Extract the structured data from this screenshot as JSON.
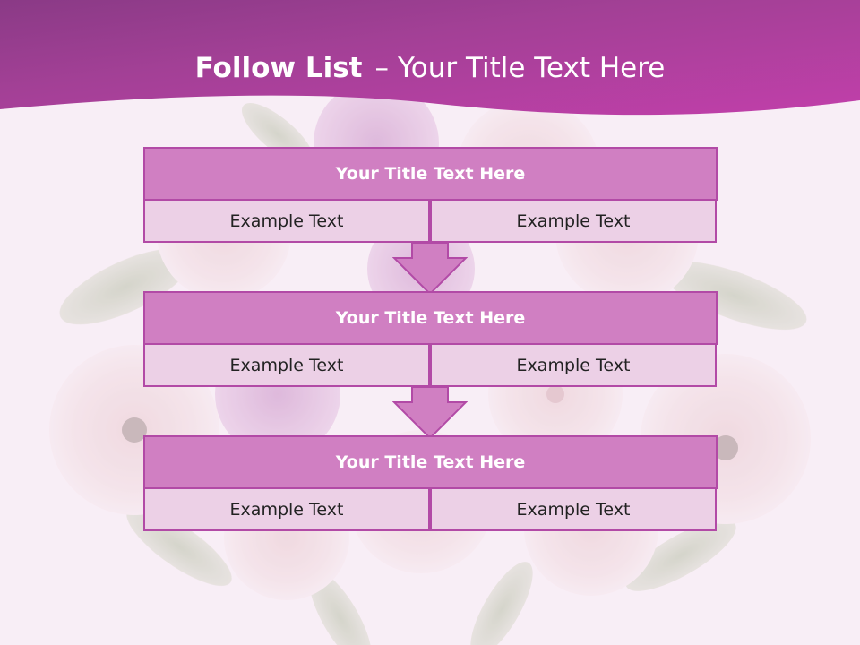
{
  "slide": {
    "title_bold": "Follow List",
    "title_dash": "–",
    "title_rest": "Your Title Text Here"
  },
  "blocks": [
    {
      "title": "Your Title Text Here",
      "left": "Example Text",
      "right": "Example Text"
    },
    {
      "title": "Your Title Text Here",
      "left": "Example Text",
      "right": "Example Text"
    },
    {
      "title": "Your Title Text Here",
      "left": "Example Text",
      "right": "Example Text"
    }
  ],
  "colors": {
    "header": "#b84aa8",
    "title_fill": "#d07fc2",
    "cell_fill": "#ecd0e6",
    "border": "#b24aa6",
    "background": "#f8eef6"
  },
  "icons": {
    "arrow": "down-arrow-icon",
    "background": "flower-bouquet-image"
  }
}
